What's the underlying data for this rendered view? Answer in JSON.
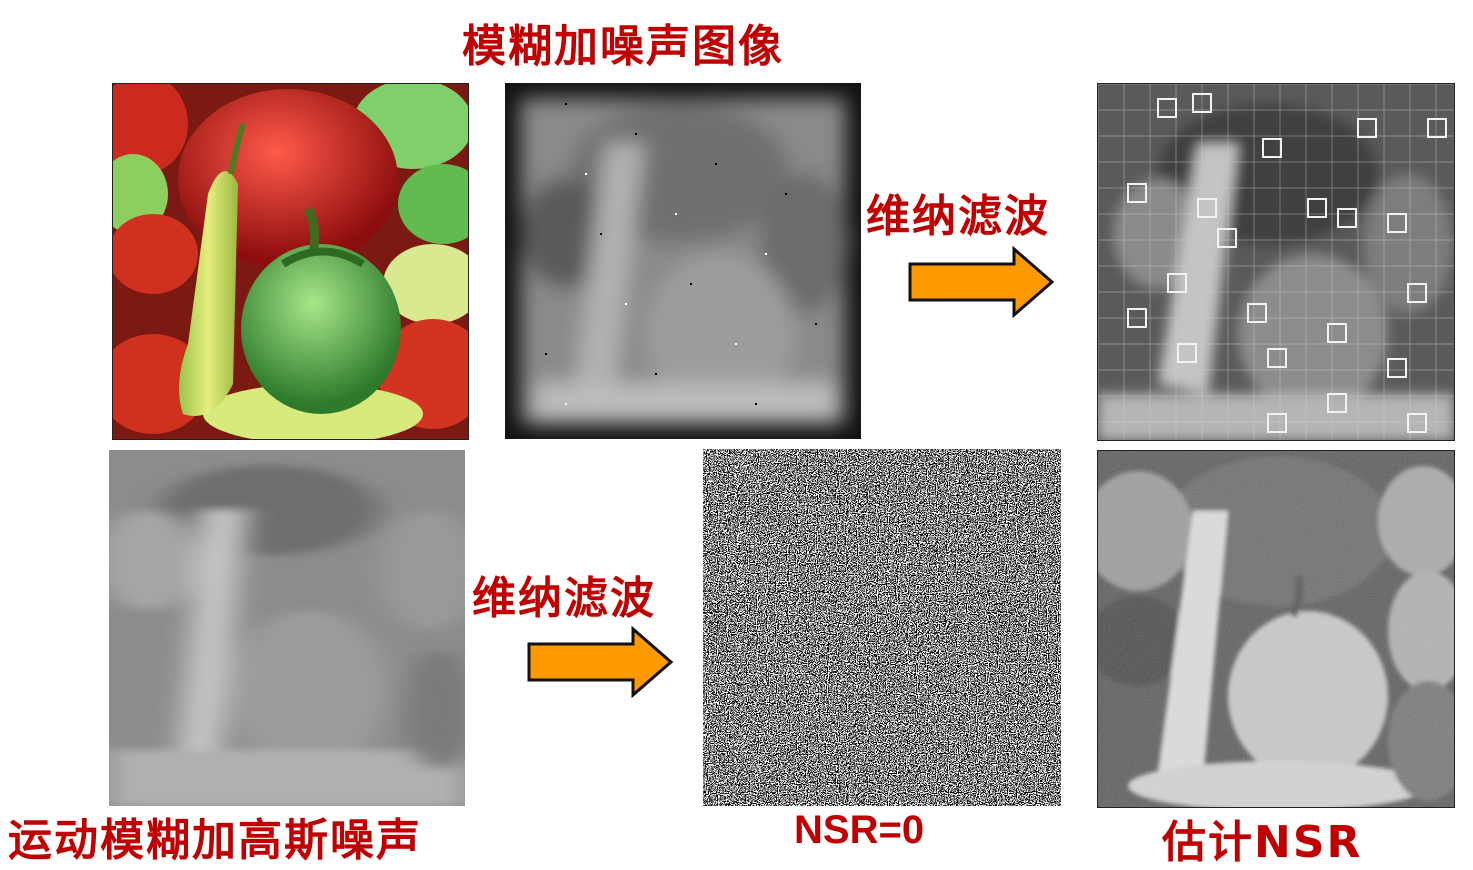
{
  "labels": {
    "top_title": "模糊加噪声图像",
    "filter_top": "维纳滤波",
    "filter_bottom": "维纳滤波",
    "bottom_left": "运动模糊加高斯噪声",
    "nsr_zero": "NSR=0",
    "nsr_est": "估计NSR"
  },
  "images": {
    "original": "color-peppers-photo",
    "blurred_noisy": "blurred-noisy-peppers",
    "wiener_result_top": "wiener-restored-peppers-blocky",
    "motion_blur_gauss": "motion-blurred-gaussian-peppers",
    "nsr0_result": "noise-only-result",
    "nsr_est_result": "restored-peppers-estimated-nsr"
  },
  "colors": {
    "label_red": "#c00000",
    "arrow_fill": "#ff9900",
    "arrow_stroke": "#111111"
  }
}
